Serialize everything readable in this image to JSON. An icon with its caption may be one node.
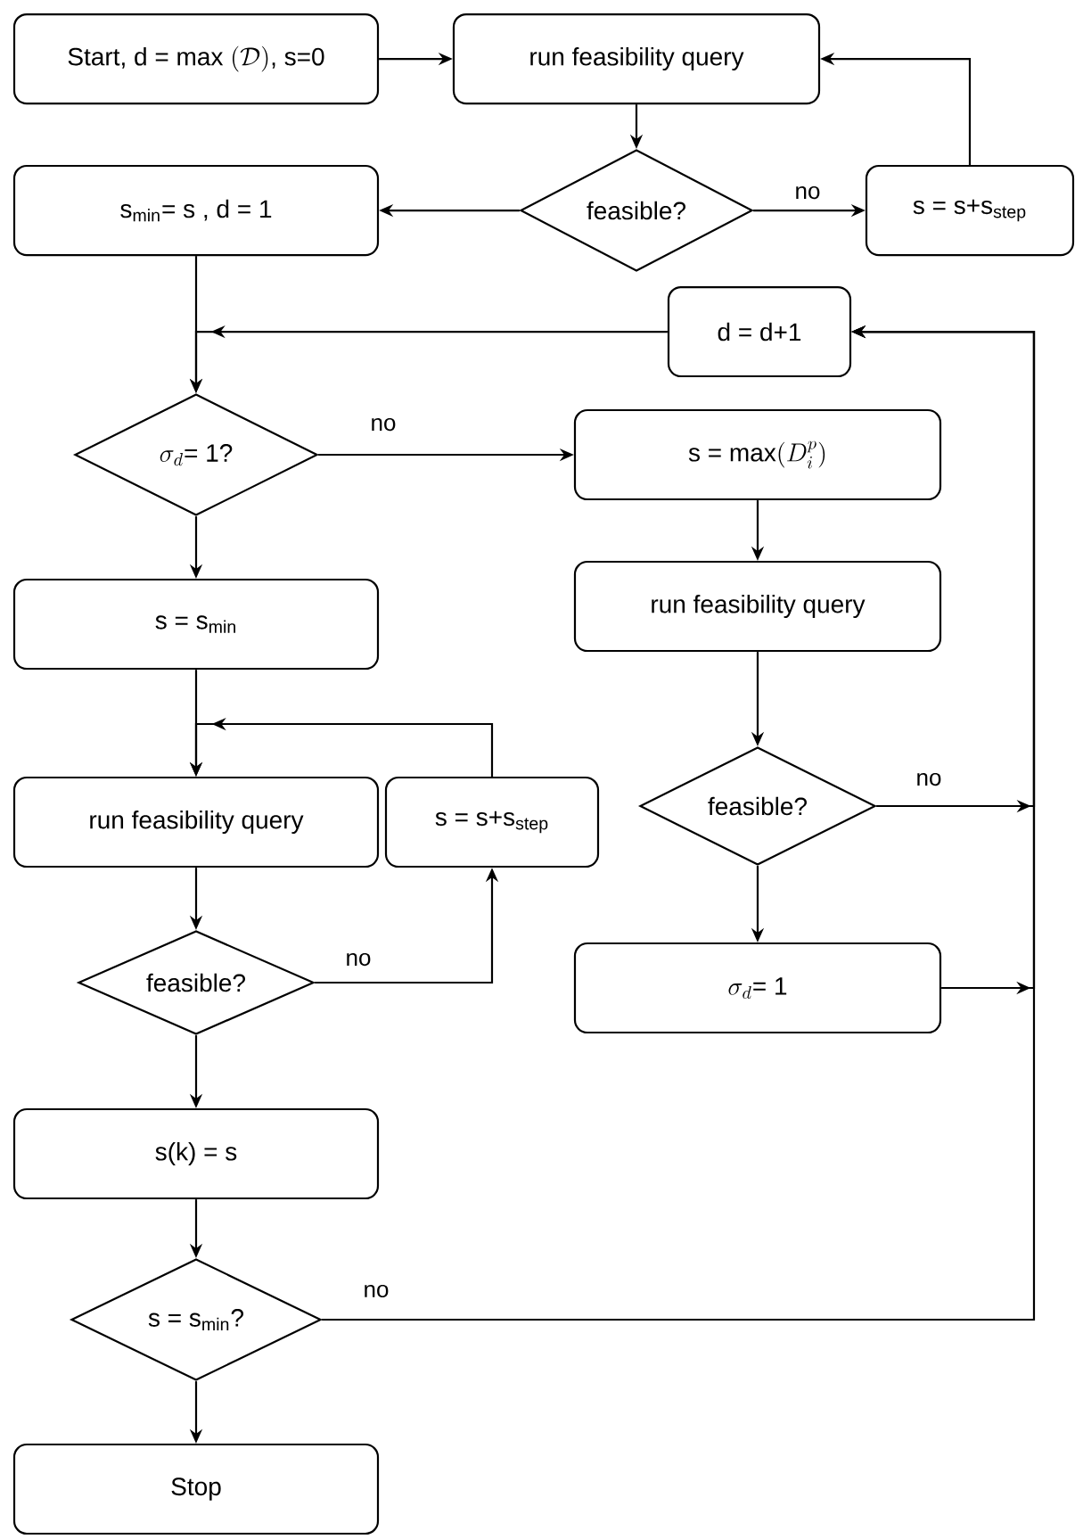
{
  "diagram": {
    "nodes": [
      {
        "text": [
          "\\text{Start, d = max }(\\mathcal{D})\\text{, s=0}"
        ]
      },
      {
        "text": [
          "run feasibility query"
        ]
      },
      {
        "text": [
          "feasible?"
        ]
      },
      {
        "text": [
          "s$_{min}$= s , d = 1"
        ]
      },
      {
        "text": [
          "s = s+s$_{step}$"
        ]
      },
      {
        "text": [
          "d = d+1"
        ]
      },
      {
        "text": [
          "\\sigma_d\\text{= 1?}"
        ]
      },
      {
        "text": [
          "\\text{s = max}(D_i^p)"
        ]
      },
      {
        "text": [
          "run feasibility query"
        ]
      },
      {
        "text": [
          "feasible?"
        ]
      },
      {
        "text": [
          "\\sigma_d\\text{= 1}"
        ]
      },
      {
        "text": [
          "s = s$_{min}$"
        ]
      },
      {
        "text": [
          "run feasibility query"
        ]
      },
      {
        "text": [
          "s = s+s$_{step}$"
        ]
      },
      {
        "text": [
          "feasible?"
        ]
      },
      {
        "text": [
          "s(k) = s"
        ]
      },
      {
        "text": [
          "s = s$_{min}$?"
        ]
      },
      {
        "text": [
          "Stop"
        ]
      }
    ],
    "edges": [
      {
        "from": 0,
        "to": 1,
        "arrow": "to"
      },
      {
        "from": 1,
        "to": 2,
        "arrow": "to"
      },
      {
        "from": 2,
        "to": 3,
        "arrow": "to"
      },
      {
        "from": 2,
        "to": 4,
        "arrow": "to",
        "label": "no"
      },
      {
        "from": 4,
        "to": 1,
        "arrow": "to"
      },
      {
        "from": 3,
        "to": 6,
        "arrow": "to"
      },
      {
        "from": 5,
        "to": 6,
        "arrow": "to"
      },
      {
        "from": 6,
        "to": 7,
        "arrow": "to",
        "label": "no"
      },
      {
        "from": 6,
        "to": 11,
        "arrow": "to"
      },
      {
        "from": 7,
        "to": 8,
        "arrow": "to"
      },
      {
        "from": 8,
        "to": 9,
        "arrow": "to"
      },
      {
        "from": 9,
        "to": 10,
        "arrow": "to"
      },
      {
        "from": 9,
        "to": 5,
        "arrow": "to",
        "label": "no"
      },
      {
        "from": 10,
        "to": 5,
        "arrow": "to"
      },
      {
        "from": 16,
        "to": 5,
        "arrow": "to",
        "label": "no"
      },
      {
        "from": 11,
        "to": 12,
        "arrow": "to"
      },
      {
        "from": 13,
        "to": 12,
        "arrow": "to"
      },
      {
        "from": 12,
        "to": 14,
        "arrow": "to"
      },
      {
        "from": 14,
        "to": 13,
        "arrow": "to",
        "label": "no"
      },
      {
        "from": 14,
        "to": 15,
        "arrow": "to"
      },
      {
        "from": 15,
        "to": 16,
        "arrow": "to"
      },
      {
        "from": 16,
        "to": 17,
        "arrow": "to"
      }
    ]
  }
}
